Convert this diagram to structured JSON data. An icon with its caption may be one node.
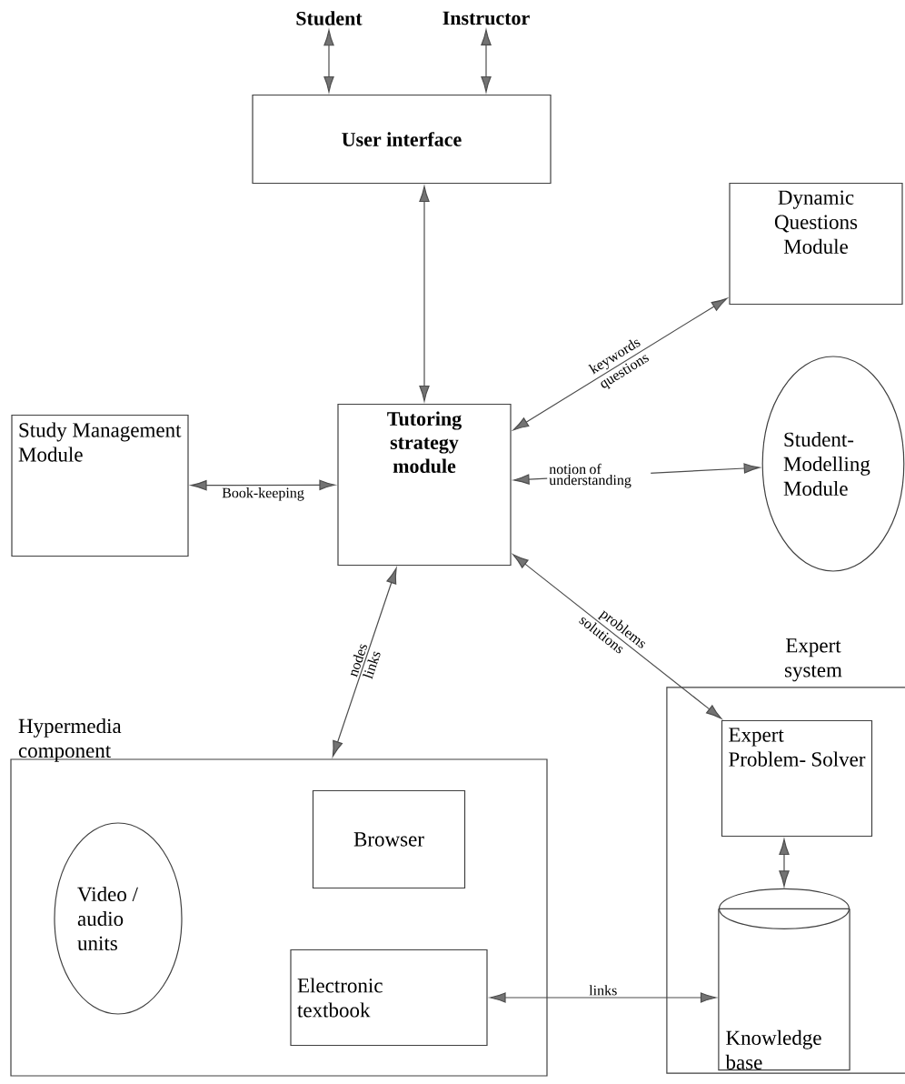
{
  "diagram": {
    "nodes": [
      {
        "text": [
          "Student"
        ]
      },
      {
        "text": [
          "Instructor"
        ]
      },
      {
        "text": [
          "User interface"
        ]
      },
      {
        "text": [
          "Dynamic Questions Module"
        ]
      },
      {
        "text": [
          "Study Management Module"
        ]
      },
      {
        "text": [
          "Tutoring strategy module"
        ]
      },
      {
        "text": [
          "Student- Modelling Module"
        ]
      },
      {
        "text": [
          "Hypermedia component"
        ]
      },
      {
        "text": [
          "Video / audio units"
        ],
        "in": 7
      },
      {
        "text": [
          "Browser"
        ],
        "in": 7
      },
      {
        "text": [
          "Electronic textbook"
        ],
        "in": 7
      },
      {
        "text": [
          "Expert system"
        ]
      },
      {
        "text": [
          "Expert Problem- Solver"
        ],
        "in": 11
      },
      {
        "text": [
          "Knowledge base"
        ],
        "in": 11
      }
    ],
    "edges": [
      {
        "from": 0,
        "to": 2,
        "arrow": "both"
      },
      {
        "from": 1,
        "to": 2,
        "arrow": "both"
      },
      {
        "from": 2,
        "to": 5,
        "arrow": "both"
      },
      {
        "from": 5,
        "to": 3,
        "arrow": "both",
        "label": "keywords"
      },
      {
        "from": 4,
        "to": 5,
        "arrow": "both",
        "label": "Book-keeping"
      },
      {
        "from": 5,
        "to": 6,
        "arrow": "both",
        "label": "notion of understanding"
      },
      {
        "from": 5,
        "to": 12,
        "arrow": "both",
        "label": "problems"
      },
      {
        "from": 5,
        "to": 7,
        "arrow": "both",
        "label": "nodes"
      },
      {
        "from": 10,
        "to": 13,
        "arrow": "both",
        "label": "links"
      },
      {
        "from": 12,
        "to": 13,
        "arrow": "both"
      }
    ],
    "labels": [
      "questions",
      "solutions",
      "links"
    ]
  }
}
